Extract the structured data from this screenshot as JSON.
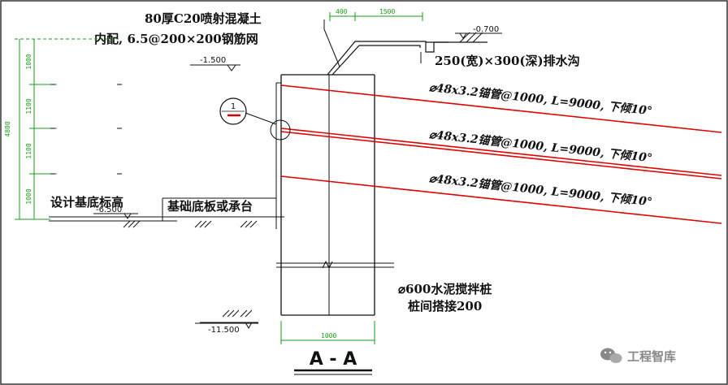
{
  "callouts": {
    "shotcrete": "80厚C20喷射混凝土",
    "mesh": "内配, 6.5@200×200钢筋网",
    "ditch": "250(宽)×300(深)排水沟",
    "design_base": "设计基底标高",
    "foundation": "基础底板或承台",
    "pile": "⌀600水泥搅拌桩",
    "pile_overlap": "桩间搭接200"
  },
  "anchors": [
    "⌀48x3.2锚管@1000, L=9000, 下倾10°",
    "⌀48x3.2锚管@1000, L=9000, 下倾10°",
    "⌀48x3.2锚管@1000, L=9000, 下倾10°"
  ],
  "elevations": {
    "top": "-0.700",
    "upper": "-1.500",
    "base": "-6.500",
    "pile_tip": "-11.500"
  },
  "dimensions": {
    "top_left": "400",
    "top_right": "1500",
    "left_total": "4800",
    "left_segments": [
      "1000",
      "1100",
      "1100",
      "1000"
    ],
    "pile_width": "1000"
  },
  "detail_marker": "1",
  "section_title": "A - A",
  "watermark": "工程智库",
  "colors": {
    "anchor_line": "#e00000",
    "dimension": "#1a9a1a",
    "detail_circle": "#cc0000",
    "ink": "#111111"
  }
}
